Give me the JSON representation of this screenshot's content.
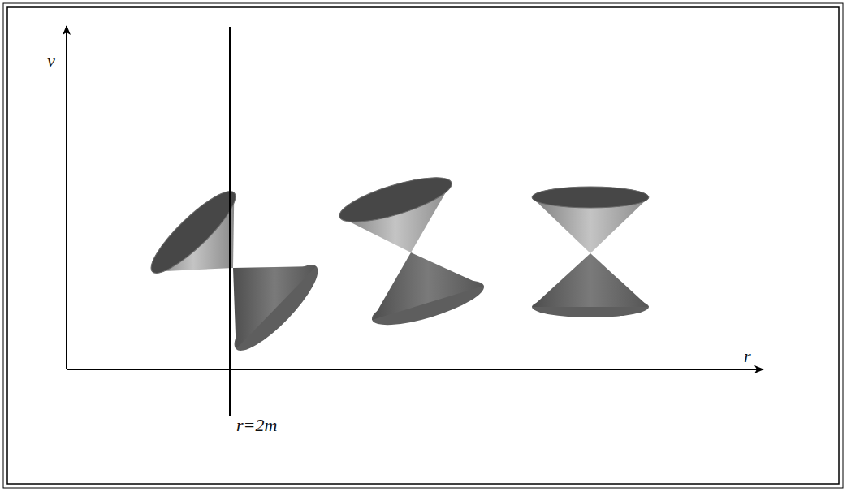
{
  "diagram": {
    "labels": [
      "v",
      "r",
      "r=2m"
    ]
  }
}
